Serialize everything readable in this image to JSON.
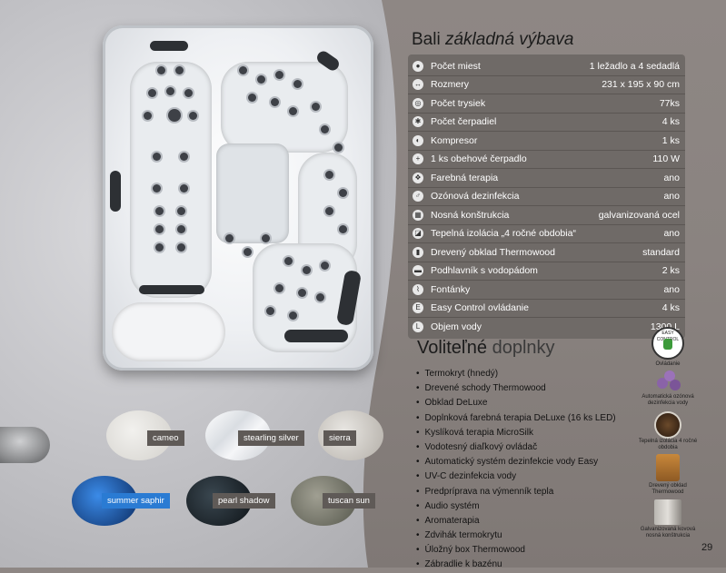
{
  "bali": {
    "title_bold": "Bali",
    "title_rest": "základná výbava"
  },
  "specs": [
    {
      "icon": "person-icon",
      "label": "Počet miest",
      "value": "1 ležadlo a 4 sedadlá"
    },
    {
      "icon": "dimensions-icon",
      "label": "Rozmery",
      "value": "231 x 195 x 90 cm"
    },
    {
      "icon": "jet-icon",
      "label": "Počet trysiek",
      "value": "77ks"
    },
    {
      "icon": "pump-icon",
      "label": "Počet čerpadiel",
      "value": "4 ks"
    },
    {
      "icon": "compressor-icon",
      "label": "Kompresor",
      "value": "1 ks"
    },
    {
      "icon": "circulation-pump-icon",
      "label": "1 ks obehové čerpadlo",
      "value": "110 W"
    },
    {
      "icon": "color-therapy-icon",
      "label": "Farebná terapia",
      "value": "ano"
    },
    {
      "icon": "ozone-icon",
      "label": "Ozónová dezinfekcia",
      "value": "ano"
    },
    {
      "icon": "frame-icon",
      "label": "Nosná konštrukcia",
      "value": "galvanizovaná ocel"
    },
    {
      "icon": "insulation-icon",
      "label": "Tepelná izolácia „4 ročné obdobia“",
      "value": "ano"
    },
    {
      "icon": "wood-icon",
      "label": "Drevený obklad Thermowood",
      "value": "standard"
    },
    {
      "icon": "headrest-icon",
      "label": "Podhlavník s vodopádom",
      "value": "2 ks"
    },
    {
      "icon": "fountain-icon",
      "label": "Fontánky",
      "value": "ano"
    },
    {
      "icon": "control-icon",
      "label": "Easy Control ovládanie",
      "value": "4 ks"
    },
    {
      "icon": "volume-icon",
      "label": "Objem vody",
      "value": "1300 L"
    }
  ],
  "volitelne": {
    "title_bold": "Voliteľné",
    "title_rest": "doplnky"
  },
  "options": [
    "Termokryt (hnedý)",
    "Drevené schody Thermowood",
    "Obklad DeLuxe",
    "Doplnková farebná terapia DeLuxe (16 ks LED)",
    "Kyslíková terapia MicroSilk",
    "Vodotesný diaľkový ovládač",
    "Automatický systém dezinfekcie vody Easy",
    "UV-C dezinfekcia vody",
    "Predpríprava na výmenník tepla",
    "Audio systém",
    "Aromaterapia",
    "Zdvihák termokrytu",
    "Úložný box Thermowood",
    "Zábradlie k bazénu"
  ],
  "side_features": [
    {
      "icon": "easy-control-icon",
      "label": "Ovládanie",
      "logo_text": "EASY CONTROL"
    },
    {
      "icon": "ozone-molecule-icon",
      "label": "Automatická ozónová dezinfekcia vody"
    },
    {
      "icon": "insulation-sample-icon",
      "label": "Tepelná izolácia 4 ročné obdobia"
    },
    {
      "icon": "wood-cladding-icon",
      "label": "Drevený obklad Thermowood"
    },
    {
      "icon": "steel-frame-icon",
      "label": "Galvanizovaná kovová nosná konštrukcia"
    }
  ],
  "swatches": [
    {
      "name": "cameo",
      "color": "#e4e3df"
    },
    {
      "name": "stearling silver",
      "color": "#e9ebee"
    },
    {
      "name": "sierra",
      "color": "#d4d1cc"
    },
    {
      "name": "summer saphir",
      "color": "#1b4fa0"
    },
    {
      "name": "pearl shadow",
      "color": "#1b2226"
    },
    {
      "name": "tuscan sun",
      "color": "#7c7d70"
    }
  ],
  "page_number": "29"
}
